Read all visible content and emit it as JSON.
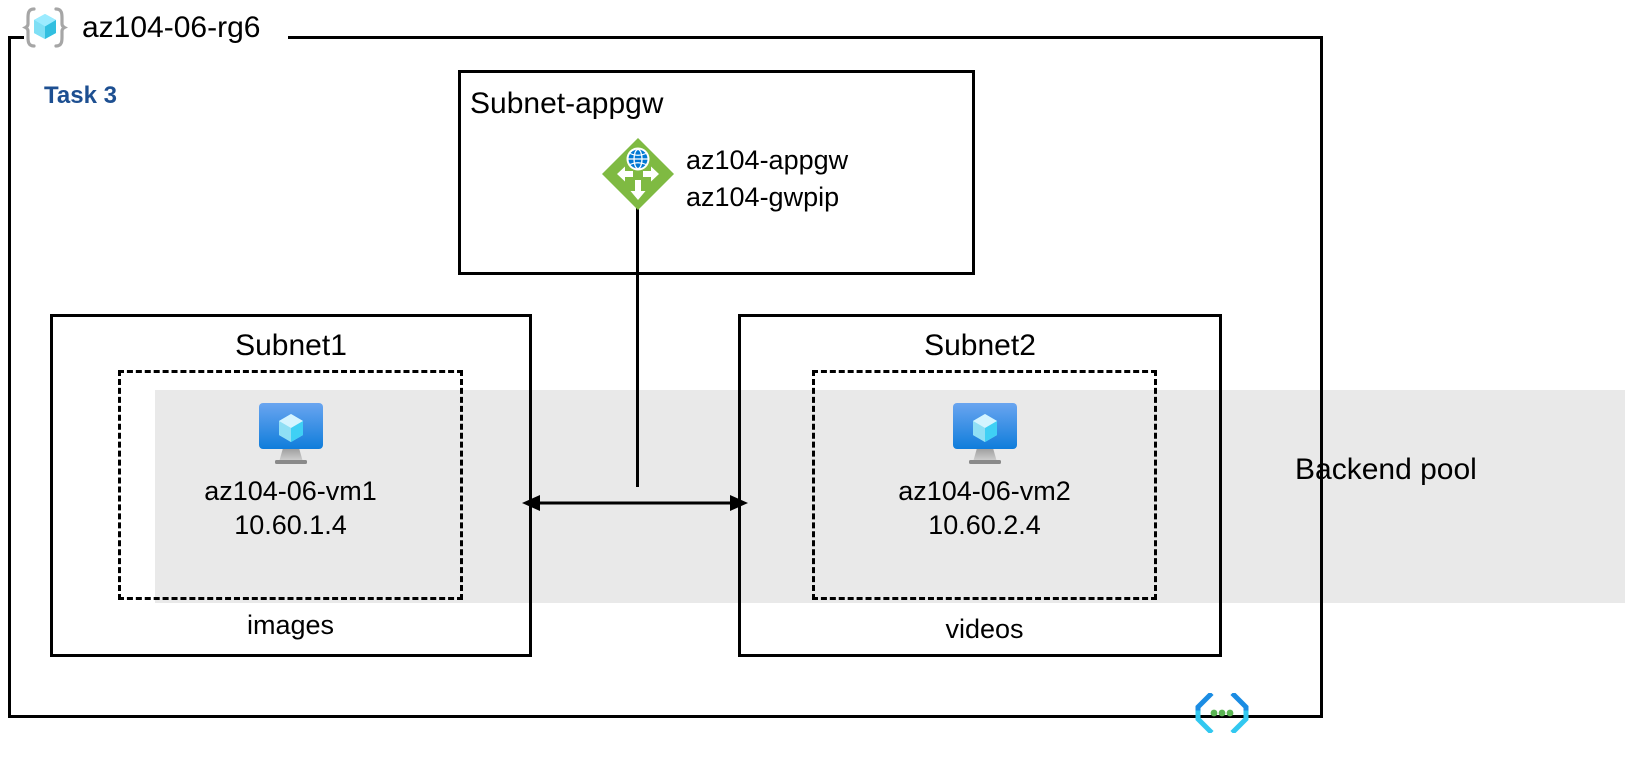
{
  "resource_group": {
    "name": "az104-06-rg6",
    "icon": "resource-group-icon"
  },
  "task": {
    "label": "Task 3",
    "color": "#1d4f91"
  },
  "backend_pool": {
    "label": "Backend pool",
    "band_color": "#e9e9e9"
  },
  "subnets": [
    {
      "id": "subnet-appgw",
      "title": "Subnet-appgw",
      "resources": [
        {
          "icon": "application-gateway-icon",
          "lines": [
            "az104-appgw",
            "az104-gwpip"
          ]
        }
      ]
    },
    {
      "id": "subnet1",
      "title": "Subnet1",
      "caption": "images",
      "vm": {
        "icon": "virtual-machine-icon",
        "name": "az104-06-vm1",
        "ip": "10.60.1.4"
      }
    },
    {
      "id": "subnet2",
      "title": "Subnet2",
      "caption": "videos",
      "vm": {
        "icon": "virtual-machine-icon",
        "name": "az104-06-vm2",
        "ip": "10.60.2.4"
      }
    }
  ],
  "footer": {
    "icon": "code-brackets-icon"
  },
  "colors": {
    "appgw_green": "#7fba42",
    "appgw_globe_blue": "#0078d4",
    "vm_blue_top": "#5ea0ef",
    "vm_blue_bottom": "#0f7ddb",
    "cube_cyan": "#50e6ff",
    "bracket_gray": "#a0a0a0",
    "code_blue": "#1b8ce3",
    "code_cyan": "#32c8f0",
    "code_green": "#5ab552",
    "line_black": "#000000"
  }
}
